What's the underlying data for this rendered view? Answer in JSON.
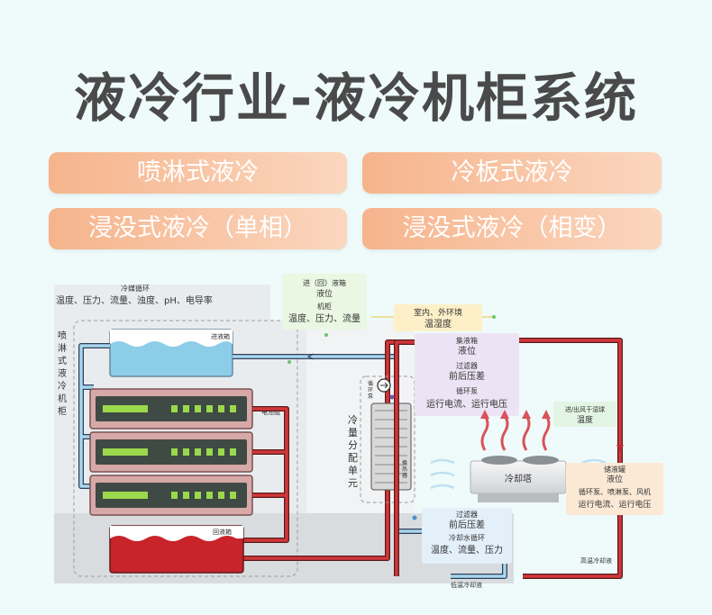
{
  "title": "液冷行业-液冷机柜系统",
  "pills": [
    "喷淋式液冷",
    "冷板式液冷",
    "浸没式液冷（单相）",
    "浸没式液冷（相变）"
  ],
  "diagram": {
    "cab_cool_loop_title": "冷媒循环",
    "cab_cool_loop_params": "温度、压力、流量、浊度、pH、电导率",
    "spray_label": "喷淋式液冷机柜",
    "tank_in": "进液箱",
    "battery_group": "电池组",
    "tank_back": "回液箱",
    "mon_inout_title": "进（回）液箱",
    "mon_inout_level": "液位",
    "mon_cabinet_title": "机柜",
    "mon_cabinet_params": "温度、压力、流量",
    "env_title": "室内、外环境",
    "env_value": "温湿度",
    "pump_label": "循环泵",
    "cdu_label": "冷量分配单元",
    "hx_label": "换热器",
    "collector_title": "集液箱",
    "collector_level": "液位",
    "filter_title": "过滤器",
    "filter_value": "前后压差",
    "pump2_title": "循环泵",
    "pump2_value": "运行电流、运行电压",
    "intake_title": "进/出风干湿球",
    "intake_value": "温度",
    "tower_label": "冷却塔",
    "reservoir_title": "储液罐",
    "reservoir_level": "液位",
    "reservoir_pumps": "循环泵、喷淋泵、风机",
    "reservoir_power": "运行电流、运行电压",
    "filter2_title": "过滤器",
    "filter2_value": "前后压差",
    "cw_loop_title": "冷却水循环",
    "cw_loop_params": "温度、流量、压力",
    "low_temp": "低温冷却液",
    "high_temp": "高温冷却液"
  }
}
